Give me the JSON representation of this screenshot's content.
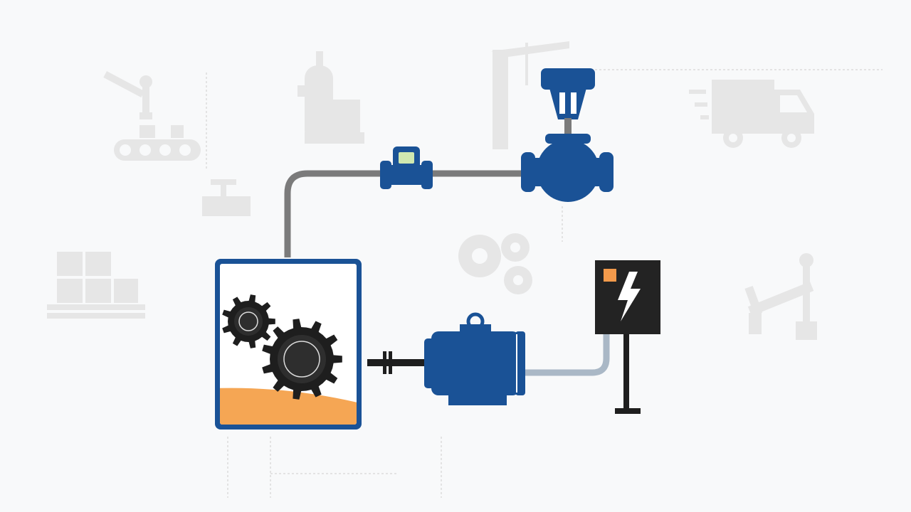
{
  "diagram": {
    "theme": {
      "background": "#f8f9fa",
      "ghost_icon": "#e6e6e6",
      "ghost_line": "#e0e0e0",
      "equipment_blue": "#1a5296",
      "equipment_blue_dark": "#123c70",
      "process_pipe": "#7b7b7b",
      "cable": "#aab8c6",
      "panel": "#232323",
      "panel_indicator": "#f39a4b",
      "lightning": "#ffffff",
      "gear": "#1e1e1e",
      "product_fill": "#f5a654",
      "tank_inner": "#ffffff",
      "flowmeter_display": "#cfe8b0"
    },
    "background_icons": [
      {
        "id": "robot-arm-conveyor",
        "icon": "robot-arm-conveyor-icon"
      },
      {
        "id": "compressor",
        "icon": "compressor-icon"
      },
      {
        "id": "crane",
        "icon": "crane-icon"
      },
      {
        "id": "delivery-truck",
        "icon": "delivery-truck-icon"
      },
      {
        "id": "small-valve",
        "icon": "valve-icon"
      },
      {
        "id": "gears",
        "icon": "gears-icon"
      },
      {
        "id": "pallet-boxes",
        "icon": "pallet-boxes-icon"
      },
      {
        "id": "industrial-robot",
        "icon": "industrial-robot-icon"
      }
    ],
    "equipment": [
      {
        "id": "tank",
        "icon": "mixing-tank-icon",
        "product_fill_level": 0.2
      },
      {
        "id": "flowmeter",
        "icon": "flowmeter-icon"
      },
      {
        "id": "control-valve",
        "icon": "control-valve-icon"
      },
      {
        "id": "motor",
        "icon": "electric-motor-icon"
      },
      {
        "id": "shaft-coupling",
        "icon": "coupling-icon"
      },
      {
        "id": "electrical-panel",
        "icon": "lightning-icon"
      }
    ]
  }
}
